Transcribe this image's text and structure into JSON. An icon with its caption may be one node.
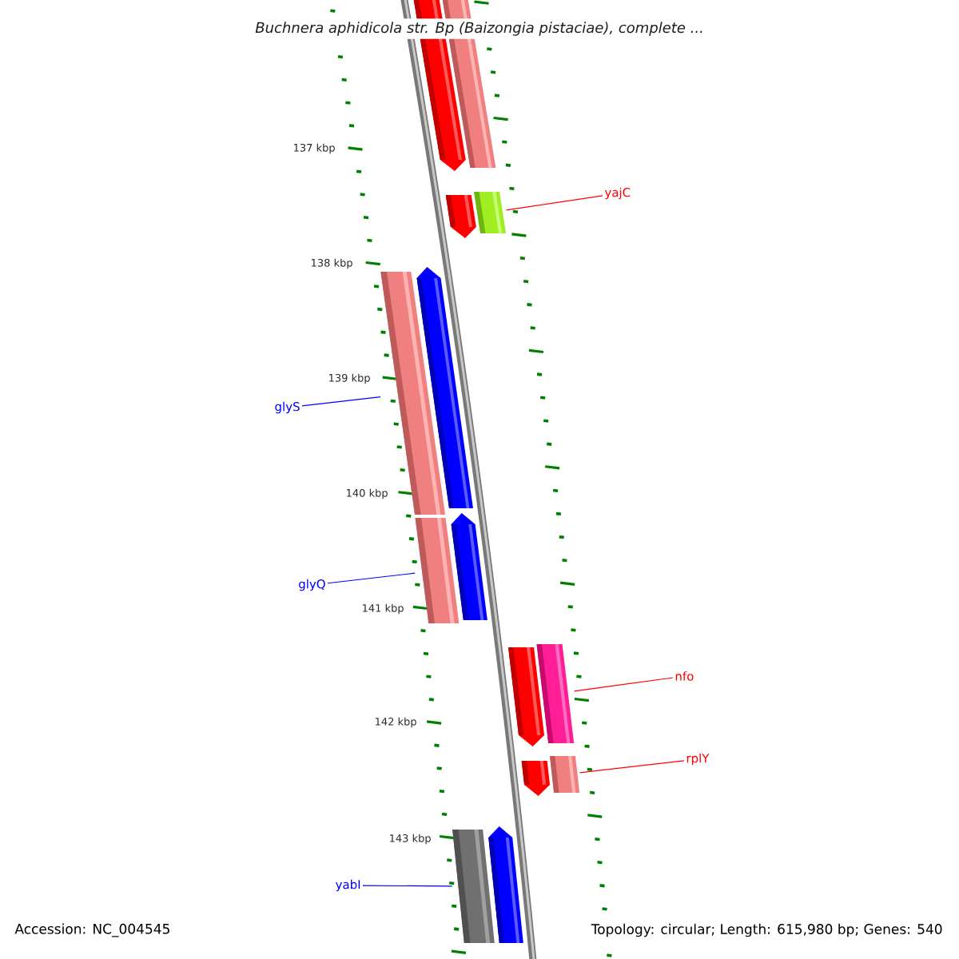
{
  "diagram": {
    "title": "Buchnera aphidicola str. Bp (Baizongia pistaciae), complete ...",
    "nodes": [
      {
        "text": [
          "yajC"
        ]
      },
      {
        "text": [
          "glyS"
        ]
      },
      {
        "text": [
          "glyQ"
        ]
      },
      {
        "text": [
          "nfo"
        ]
      },
      {
        "text": [
          "rplY"
        ]
      },
      {
        "text": [
          "yabI"
        ]
      },
      {
        "text": [],
        "shape": "bar"
      },
      {
        "text": [],
        "shape": "bar"
      },
      {
        "text": [],
        "shape": "bar"
      },
      {
        "text": [],
        "shape": "bar"
      },
      {
        "text": [],
        "shape": "bar"
      },
      {
        "text": [],
        "shape": "bar"
      }
    ],
    "edges": [
      {
        "from": 0,
        "to": 6,
        "arrow": "none",
        "color": "#ff0000"
      },
      {
        "from": 1,
        "to": 7,
        "arrow": "none",
        "color": "#0000ff"
      },
      {
        "from": 2,
        "to": 8,
        "arrow": "none",
        "color": "#0000ff"
      },
      {
        "from": 3,
        "to": 9,
        "arrow": "none",
        "color": "#ff0000"
      },
      {
        "from": 4,
        "to": 10,
        "arrow": "none",
        "color": "#ff0000"
      },
      {
        "from": 5,
        "to": 11,
        "arrow": "none",
        "color": "#0000ff"
      }
    ],
    "labels": [
      "137 kbp",
      "138 kbp",
      "139 kbp",
      "140 kbp",
      "141 kbp",
      "142 kbp",
      "143 kbp",
      "Accession: NC_004545",
      "Topology: circular; Length: 615,980 bp; Genes: 540"
    ]
  }
}
